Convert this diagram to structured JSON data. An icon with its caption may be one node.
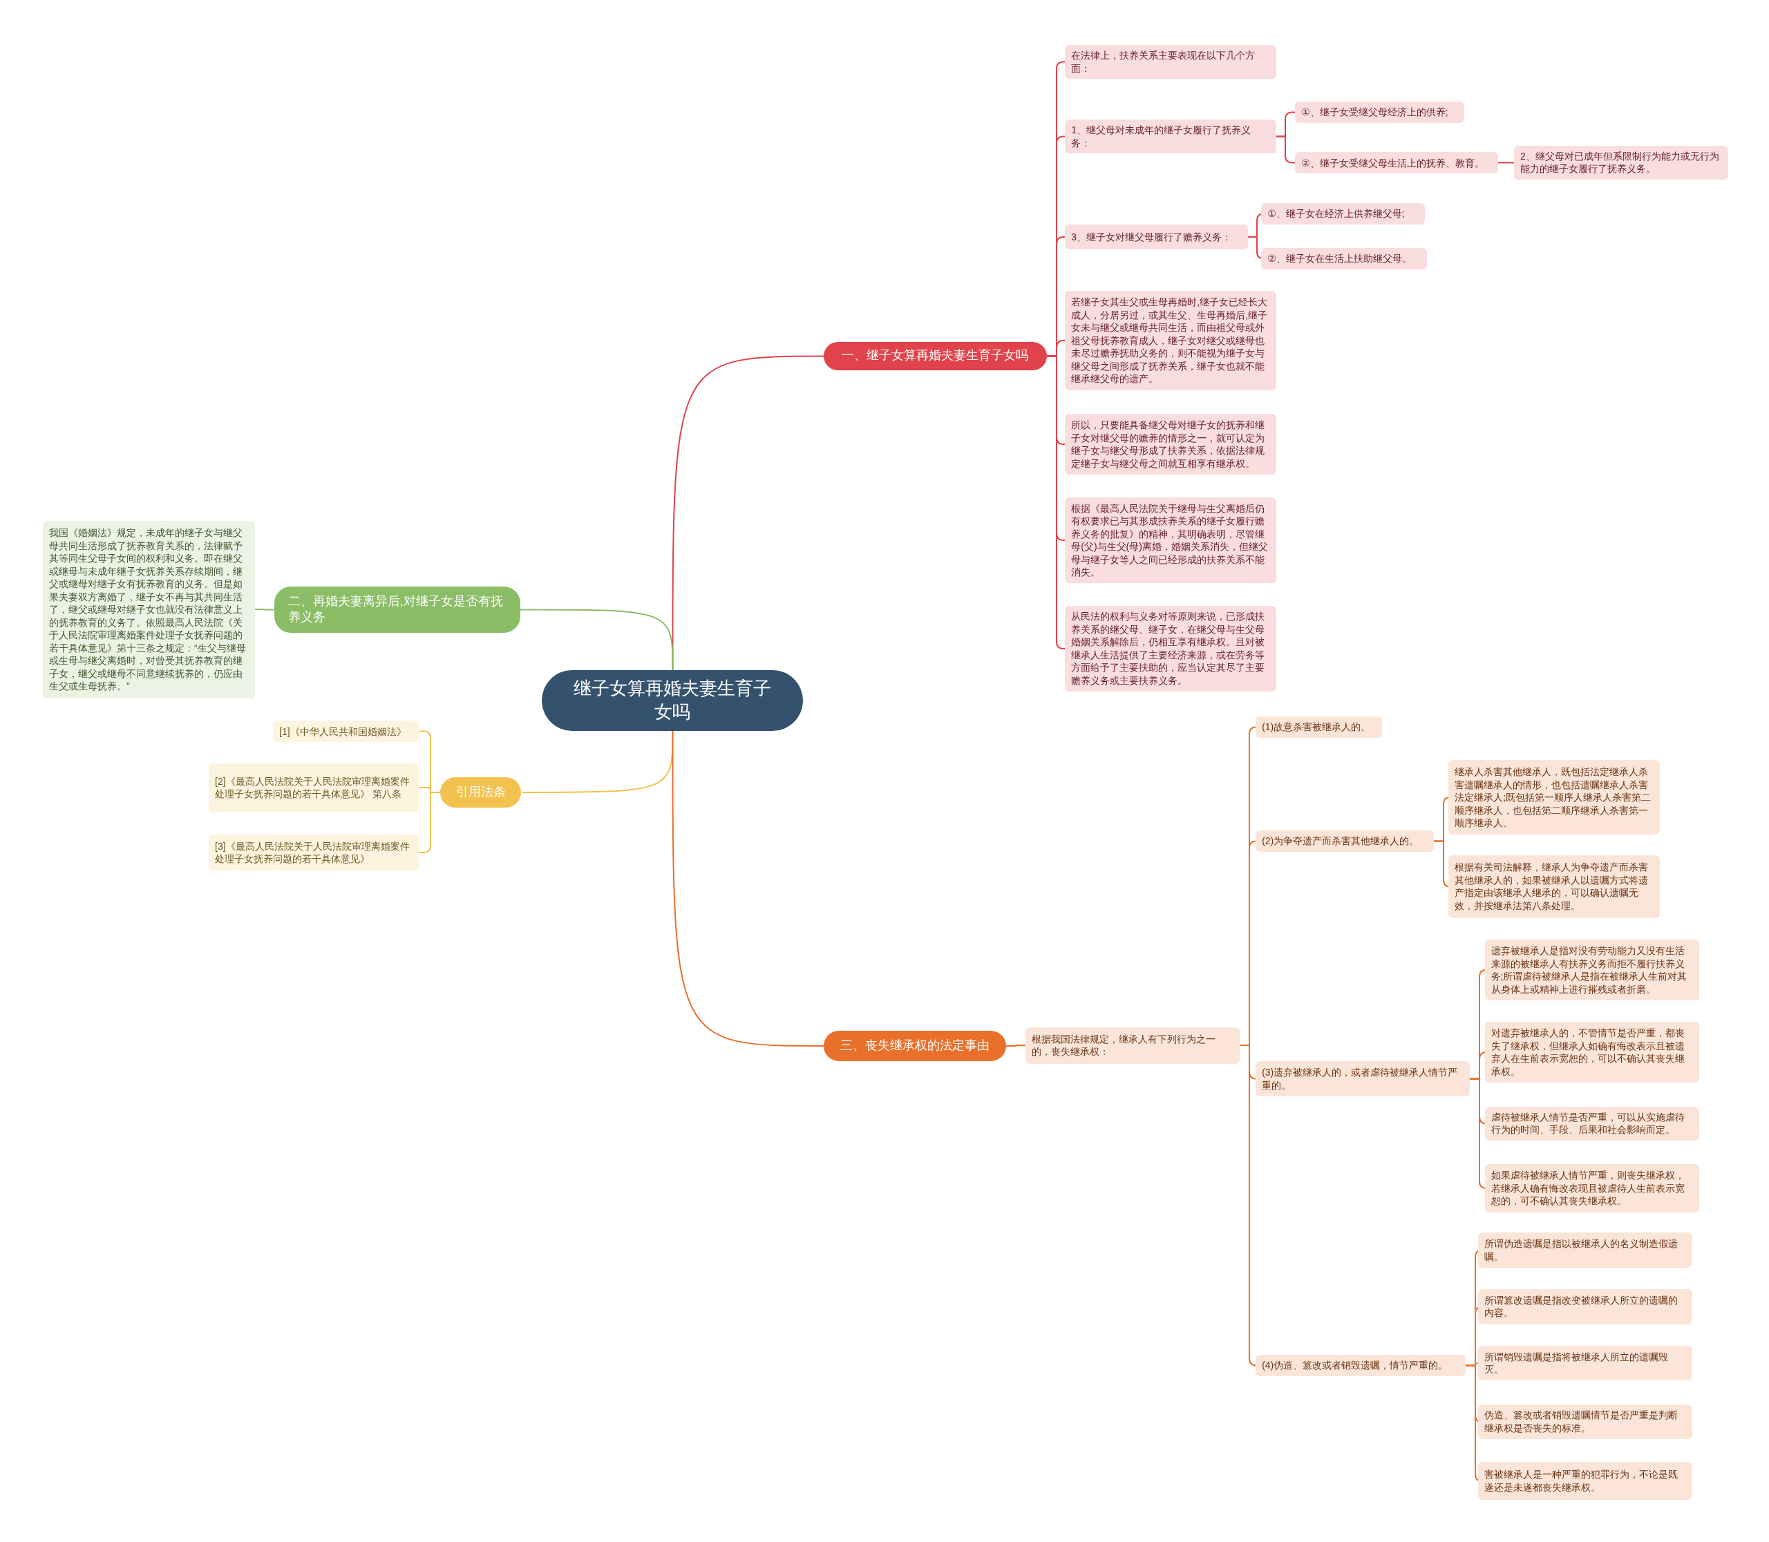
{
  "diagram": {
    "nodes": [
      {
        "text": [
          "继子女算再婚夫妻生育子女吗"
        ]
      },
      {
        "text": [
          "一、继子女算再婚夫妻生育子女吗"
        ]
      },
      {
        "text": [
          "在法律上，扶养关系主要表现在以下几个方面："
        ]
      },
      {
        "text": [
          "1、继父母对未成年的继子女履行了抚养义务："
        ]
      },
      {
        "text": [
          "①、继子女受继父母经济上的供养;"
        ]
      },
      {
        "text": [
          "②、继子女受继父母生活上的抚养、教育。"
        ]
      },
      {
        "text": [
          "2、继父母对已成年但系限制行为能力或无行为能力的继子女履行了抚养义务。"
        ]
      },
      {
        "text": [
          "3、继子女对继父母履行了赡养义务："
        ]
      },
      {
        "text": [
          "①、继子女在经济上供养继父母;"
        ]
      },
      {
        "text": [
          "②、继子女在生活上扶助继父母。"
        ]
      },
      {
        "text": [
          "若继子女其生父或生母再婚时,继子女已经长大成人，分居另过，或其生父、生母再婚后,继子女未与继父或继母共同生活，而由祖父母或外祖父母抚养教育成人，继子女对继父或继母也未尽过赡养抚助义务的，则不能视为继子女与继父母之间形成了抚养关系，继子女也就不能继承继父母的遗产。"
        ]
      },
      {
        "text": [
          "所以，只要能具备继父母对继子女的抚养和继子女对继父母的赡养的情形之一，就可认定为继子女与继父母形成了扶养关系，依据法律规定继子女与继父母之间就互相享有继承权。"
        ]
      },
      {
        "text": [
          "根据《最高人民法院关于继母与生父离婚后仍有权要求已与其形成扶养关系的继子女履行赡养义务的批复》的精神，其明确表明，尽管继母(父)与生父(母)离婚，婚姻关系消失，但继父母与继子女等人之间已经形成的扶养关系不能消失。"
        ]
      },
      {
        "text": [
          "从民法的权利与义务对等原则来说，已形成扶养关系的继父母、继子女，在继父母与生父母婚姻关系解除后，仍相互享有继承权。且对被继承人生活提供了主要经济来源，或在劳务等方面给予了主要扶助的，应当认定其尽了主要赡养义务或主要扶养义务。"
        ]
      },
      {
        "text": [
          "二、再婚夫妻离异后,对继子女是否有抚养义务"
        ]
      },
      {
        "text": [
          "我国《婚姻法》规定，未成年的继子女与继父母共同生活形成了抚养教育关系的，法律赋予其等同生父母子女间的权利和义务。即在继父或继母与未成年继子女抚养关系存续期间，继父或继母对继子女有抚养教育的义务。但是如果夫妻双方离婚了，继子女不再与其共同生活了，继父或继母对继子女也就没有法律意义上的抚养教育的义务了。依照最高人民法院《关于人民法院审理离婚案件处理子女抚养问题的若干具体意见》第十三条之规定：“生父与继母或生母与继父离婚时，对曾受其抚养教育的继子女，继父或继母不同意继续抚养的，仍应由生父或生母抚养。”"
        ]
      },
      {
        "text": [
          "引用法条"
        ]
      },
      {
        "text": [
          "[1]《中华人民共和国婚姻法》"
        ]
      },
      {
        "text": [
          "[2]《最高人民法院关于人民法院审理离婚案件处理子女抚养问题的若干具体意见》 第八条"
        ]
      },
      {
        "text": [
          "[3]《最高人民法院关于人民法院审理离婚案件处理子女抚养问题的若干具体意见》"
        ]
      },
      {
        "text": [
          "三、丧失继承权的法定事由"
        ]
      },
      {
        "text": [
          "根据我国法律规定，继承人有下列行为之一的，丧失继承权："
        ]
      },
      {
        "text": [
          "(1)故意杀害被继承人的。"
        ]
      },
      {
        "text": [
          "(2)为争夺遗产而杀害其他继承人的。"
        ]
      },
      {
        "text": [
          "继承人杀害其他继承人，既包括法定继承人杀害遗嘱继承人的情形，也包括遗嘱继承人杀害法定继承人;既包括第一顺序人继承人杀害第二顺序继承人，也包括第二顺序继承人杀害第一顺序继承人。"
        ]
      },
      {
        "text": [
          "根据有关司法解释，继承人为争夺遗产而杀害其他继承人的，如果被继承人以遗嘱方式将遗产指定由该继承人继承的，可以确认遗嘱无效，并按继承法第八条处理。"
        ]
      },
      {
        "text": [
          "(3)遗弃被继承人的，或者虐待被继承人情节严重的。"
        ]
      },
      {
        "text": [
          "遗弃被继承人是指对没有劳动能力又没有生活来源的被继承人有扶养义务而拒不履行扶养义务;所谓虐待被继承人是指在被继承人生前对其从身体上或精神上进行摧残或者折磨。"
        ]
      },
      {
        "text": [
          "对遗弃被继承人的，不管情节是否严重，都丧失了继承权，但继承人如确有悔改表示且被遗弃人在生前表示宽恕的，可以不确认其丧失继承权。"
        ]
      },
      {
        "text": [
          "虐待被继承人情节是否严重，可以从实施虐待行为的时间、手段、后果和社会影响而定。"
        ]
      },
      {
        "text": [
          "如果虐待被继承人情节严重，则丧失继承权，若继承人确有悔改表现且被虐待人生前表示宽恕的，可不确认其丧失继承权。"
        ]
      },
      {
        "text": [
          "(4)伪造、篡改或者销毁遗嘱，情节严重的。"
        ]
      },
      {
        "text": [
          "所谓伪造遗嘱是指以被继承人的名义制造假遗嘱。"
        ]
      },
      {
        "text": [
          "所谓篡改遗嘱是指改变被继承人所立的遗嘱的内容。"
        ]
      },
      {
        "text": [
          "所谓销毁遗嘱是指将被继承人所立的遗嘱毁灭。"
        ]
      },
      {
        "text": [
          "伪造、篡改或者销毁遗嘱情节是否严重是判断继承权是否丧失的标准。"
        ]
      },
      {
        "text": [
          "害被继承人是一种严重的犯罪行为，不论是既遂还是未遂都丧失继承权。"
        ]
      }
    ],
    "edges": [
      {
        "from": 0,
        "to": 1,
        "arrow": "none",
        "color": "#e0434b"
      },
      {
        "from": 1,
        "to": 2,
        "arrow": "none",
        "color": "#e0434b"
      },
      {
        "from": 1,
        "to": 3,
        "arrow": "none",
        "color": "#e0434b"
      },
      {
        "from": 3,
        "to": 4,
        "arrow": "none",
        "color": "#e0434b"
      },
      {
        "from": 3,
        "to": 5,
        "arrow": "none",
        "color": "#e0434b"
      },
      {
        "from": 5,
        "to": 6,
        "arrow": "none",
        "color": "#e0434b"
      },
      {
        "from": 1,
        "to": 7,
        "arrow": "none",
        "color": "#e0434b"
      },
      {
        "from": 7,
        "to": 8,
        "arrow": "none",
        "color": "#e0434b"
      },
      {
        "from": 7,
        "to": 9,
        "arrow": "none",
        "color": "#e0434b"
      },
      {
        "from": 1,
        "to": 10,
        "arrow": "none",
        "color": "#e0434b"
      },
      {
        "from": 1,
        "to": 11,
        "arrow": "none",
        "color": "#e0434b"
      },
      {
        "from": 1,
        "to": 12,
        "arrow": "none",
        "color": "#e0434b"
      },
      {
        "from": 1,
        "to": 13,
        "arrow": "none",
        "color": "#e0434b"
      },
      {
        "from": 0,
        "to": 14,
        "arrow": "none",
        "color": "#8bbd67"
      },
      {
        "from": 14,
        "to": 15,
        "arrow": "none",
        "color": "#8bbd67"
      },
      {
        "from": 0,
        "to": 16,
        "arrow": "none",
        "color": "#f2c14e"
      },
      {
        "from": 16,
        "to": 17,
        "arrow": "none",
        "color": "#f2c14e"
      },
      {
        "from": 16,
        "to": 18,
        "arrow": "none",
        "color": "#f2c14e"
      },
      {
        "from": 16,
        "to": 19,
        "arrow": "none",
        "color": "#f2c14e"
      },
      {
        "from": 0,
        "to": 20,
        "arrow": "none"
      },
      {
        "from": 20,
        "to": 21,
        "arrow": "none"
      },
      {
        "from": 21,
        "to": 22,
        "arrow": "none"
      },
      {
        "from": 21,
        "to": 23,
        "arrow": "none"
      },
      {
        "from": 23,
        "to": 24,
        "arrow": "none"
      },
      {
        "from": 23,
        "to": 25,
        "arrow": "none"
      },
      {
        "from": 21,
        "to": 26,
        "arrow": "none"
      },
      {
        "from": 26,
        "to": 27,
        "arrow": "none"
      },
      {
        "from": 26,
        "to": 28,
        "arrow": "none"
      },
      {
        "from": 26,
        "to": 29,
        "arrow": "none"
      },
      {
        "from": 26,
        "to": 30,
        "arrow": "none"
      },
      {
        "from": 21,
        "to": 31,
        "arrow": "none"
      },
      {
        "from": 31,
        "to": 32,
        "arrow": "none"
      },
      {
        "from": 31,
        "to": 33,
        "arrow": "none"
      },
      {
        "from": 31,
        "to": 34,
        "arrow": "none"
      },
      {
        "from": 31,
        "to": 35,
        "arrow": "none"
      },
      {
        "from": 31,
        "to": 36,
        "arrow": "none"
      }
    ]
  }
}
